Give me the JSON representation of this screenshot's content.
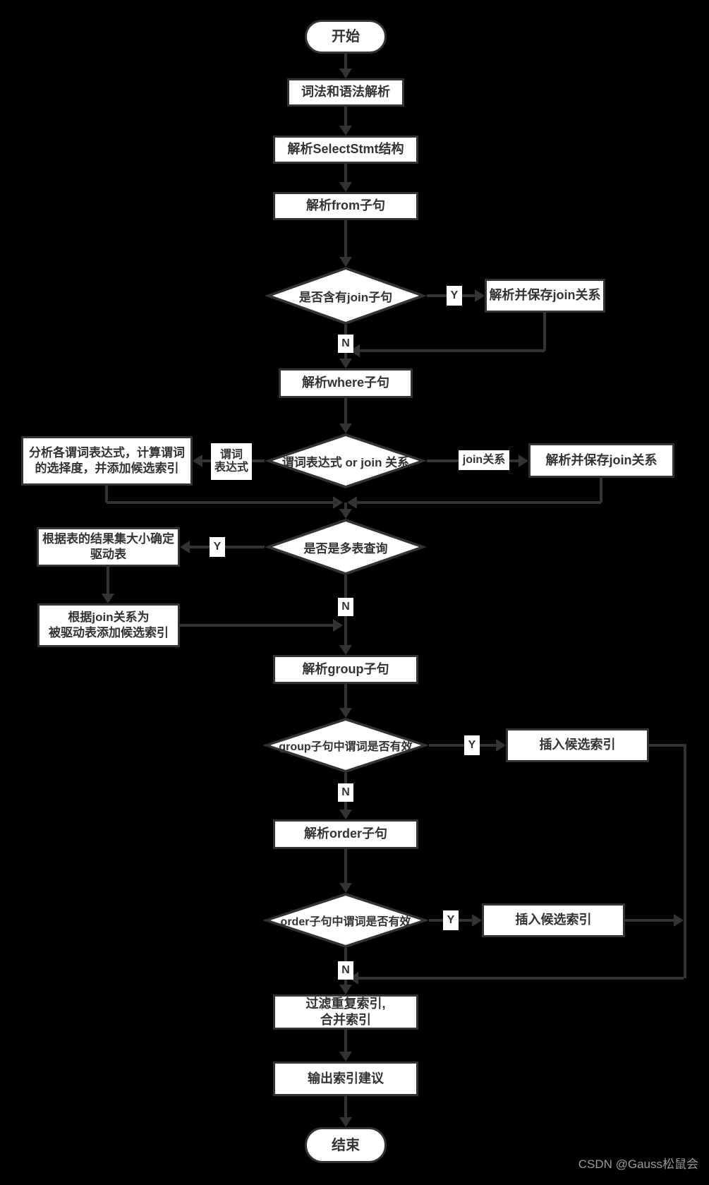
{
  "diagram": {
    "colors": {
      "background": "#000000",
      "node_fill": "#ffffff",
      "stroke": "#333333",
      "text": "#333333",
      "watermark_text": "#9b9b9b"
    },
    "nodes": {
      "start": {
        "label": "开始"
      },
      "lex_syntax_parse": {
        "label": "词法和语法解析"
      },
      "parse_select_stmt": {
        "label": "解析SelectStmt结构"
      },
      "parse_from_clause": {
        "label": "解析from子句"
      },
      "has_join_decision": {
        "label": "是否含有join子句"
      },
      "save_join_relation_1": {
        "label": "解析并保存join关系"
      },
      "parse_where_clause": {
        "label": "解析where子句"
      },
      "pred_or_join_decision": {
        "label": "谓词表达式 or join 关系"
      },
      "analyze_predicates": {
        "label": "分析各谓词表达式，计算谓词\n的选择度，并添加候选索引"
      },
      "save_join_relation_2": {
        "label": "解析并保存join关系"
      },
      "multi_table_decision": {
        "label": "是否是多表查询"
      },
      "determine_driver_table": {
        "label": "根据表的结果集大小确定\n驱动表"
      },
      "driven_table_candidate_index": {
        "label": "根据join关系为\n被驱动表添加候选索引"
      },
      "parse_group_clause": {
        "label": "解析group子句"
      },
      "group_pred_valid_decision": {
        "label": "group子句中谓词是否有效"
      },
      "insert_candidate_index_1": {
        "label": "插入候选索引"
      },
      "parse_order_clause": {
        "label": "解析order子句"
      },
      "order_pred_valid_decision": {
        "label": "order子句中谓词是否有效"
      },
      "insert_candidate_index_2": {
        "label": "插入候选索引"
      },
      "filter_merge_index": {
        "label": "过滤重复索引,\n合并索引"
      },
      "output_index_advice": {
        "label": "输出索引建议"
      },
      "end": {
        "label": "结束"
      }
    },
    "edge_labels": {
      "yes": "Y",
      "no": "N",
      "predicate_expression": "谓词\n表达式",
      "join_relation": "join关系"
    },
    "watermark": "CSDN @Gauss松鼠会"
  }
}
